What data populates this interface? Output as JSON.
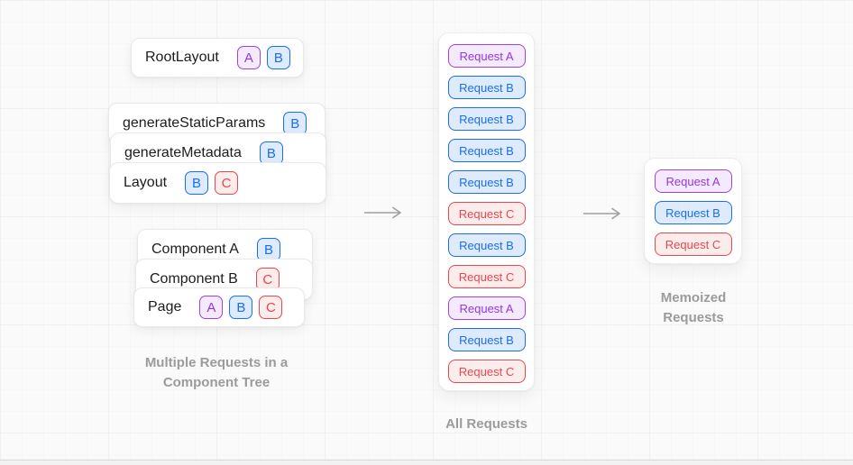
{
  "colors": {
    "purple": {
      "border": "#9c43dd",
      "bg": "#f5e9fd",
      "text": "#9537e0"
    },
    "blue": {
      "border": "#1a6ef5",
      "bg": "#ddebfd",
      "text": "#1a6ef5"
    },
    "red": {
      "border": "#e5484d",
      "bg": "#fdecec",
      "text": "#e5484d"
    }
  },
  "letter_colors": {
    "A": "purple",
    "B": "blue",
    "C": "red"
  },
  "tree": {
    "root": {
      "label": "RootLayout",
      "badges": [
        "A",
        "B"
      ]
    },
    "stack_top": [
      {
        "label": "generateStaticParams",
        "badges": [
          "B"
        ]
      },
      {
        "label": "generateMetadata",
        "badges": [
          "B"
        ]
      },
      {
        "label": "Layout",
        "badges": [
          "B",
          "C"
        ]
      }
    ],
    "stack_bottom": [
      {
        "label": "Component A",
        "badges": [
          "B"
        ]
      },
      {
        "label": "Component B",
        "badges": [
          "C"
        ]
      },
      {
        "label": "Page",
        "badges": [
          "A",
          "B",
          "C"
        ]
      }
    ],
    "caption": "Multiple Requests in a Component Tree"
  },
  "all_requests": {
    "items": [
      "Request A",
      "Request B",
      "Request B",
      "Request B",
      "Request B",
      "Request C",
      "Request B",
      "Request C",
      "Request A",
      "Request B",
      "Request C"
    ],
    "caption": "All Requests"
  },
  "memoized_requests": {
    "items": [
      "Request A",
      "Request B",
      "Request C"
    ],
    "caption": "Memoized Requests"
  }
}
